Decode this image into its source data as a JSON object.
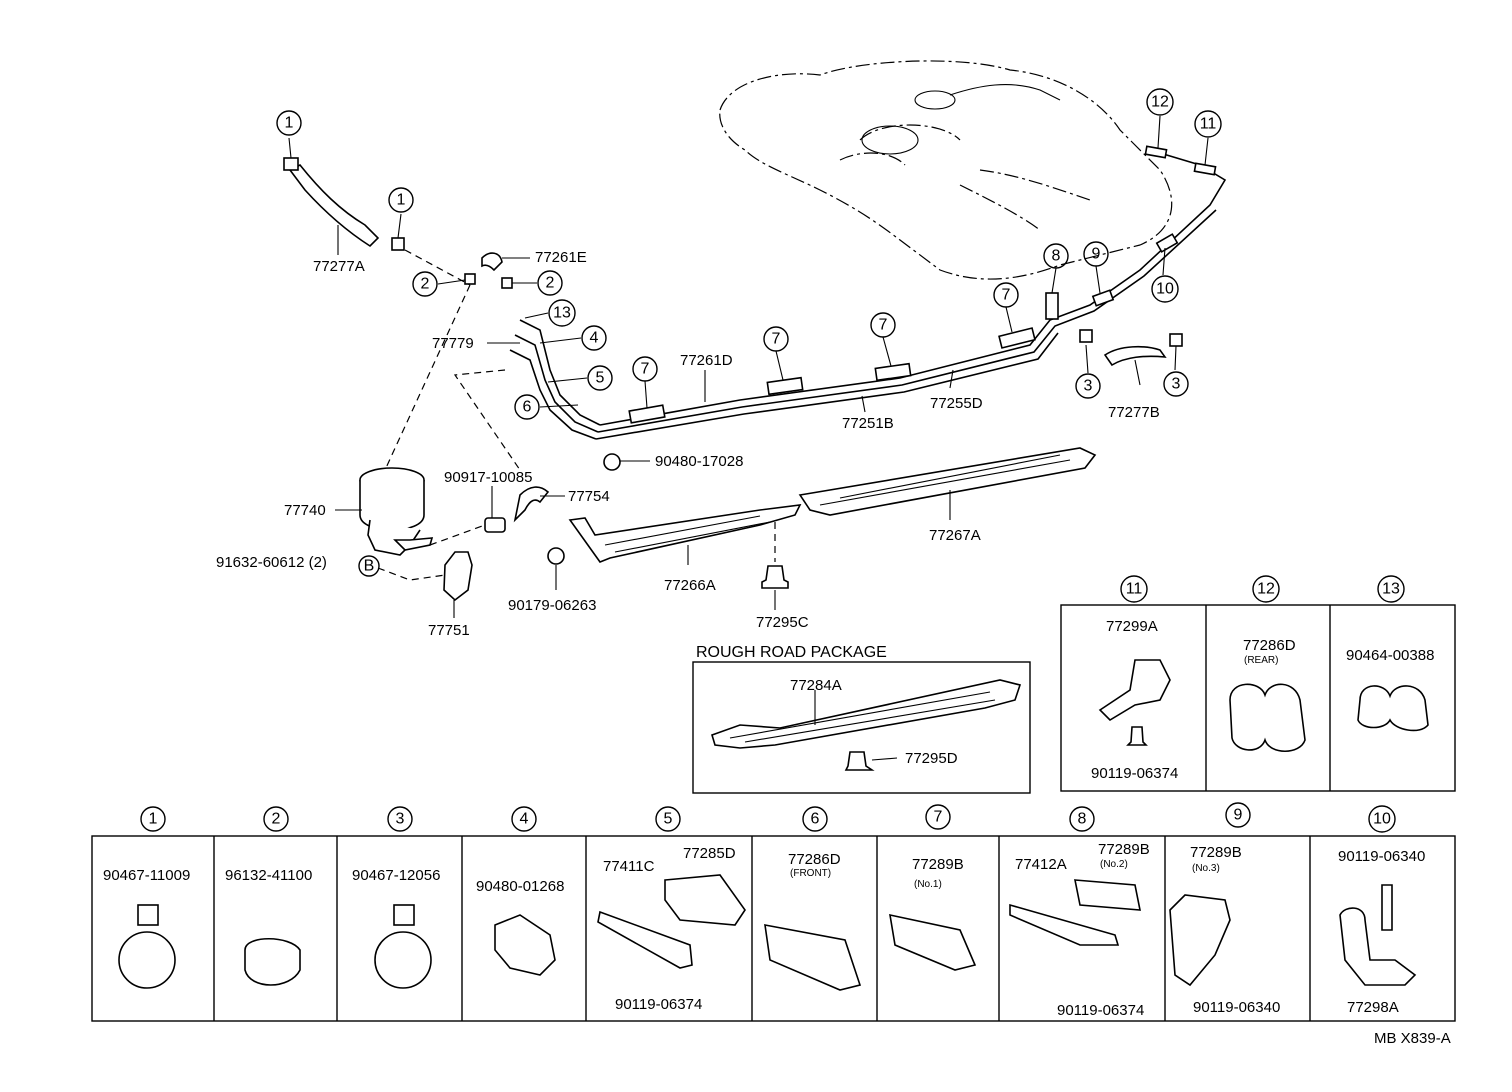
{
  "labels": {
    "p77277A": "77277A",
    "p77261E": "77261E",
    "p77779": "77779",
    "p77261D": "77261D",
    "p77251B": "77251B",
    "p77255D": "77255D",
    "p77277B": "77277B",
    "p9048017028": "90480-17028",
    "p9091710085": "90917-10085",
    "p77754": "77754",
    "p77740": "77740",
    "p77267A": "77267A",
    "p9163260612": "91632-60612 (2)",
    "p77266A": "77266A",
    "p9017906263": "90179-06263",
    "p77295C": "77295C",
    "p77751": "77751"
  },
  "callouts": {
    "n1": "1",
    "n2": "2",
    "n3": "3",
    "n4": "4",
    "n5": "5",
    "n6": "6",
    "n7": "7",
    "n8": "8",
    "n9": "9",
    "n10": "10",
    "n11": "11",
    "n12": "12",
    "n13": "13",
    "nB": "B"
  },
  "rough_road": {
    "title": "ROUGH ROAD PACKAGE",
    "p77284A": "77284A",
    "p77295D": "77295D"
  },
  "details": {
    "p77299A": "77299A",
    "p9011906374": "90119-06374",
    "p77286D": "77286D",
    "rear": "(REAR)",
    "p9046400388": "90464-00388"
  },
  "strip": {
    "c1": "90467-11009",
    "c2": "96132-41100",
    "c3": "90467-12056",
    "c4": "90480-01268",
    "c5a": "77411C",
    "c5b": "77285D",
    "c5c": "90119-06374",
    "c6a": "77286D",
    "c6b": "(FRONT)",
    "c7a": "77289B",
    "c7b": "(No.1)",
    "c8a": "77412A",
    "c8b": "77289B",
    "c8c": "(No.2)",
    "c8d": "90119-06374",
    "c9a": "77289B",
    "c9b": "(No.3)",
    "c9c": "90119-06340",
    "c10a": "90119-06340",
    "c10b": "77298A"
  },
  "figure_code": "MB X839-A"
}
